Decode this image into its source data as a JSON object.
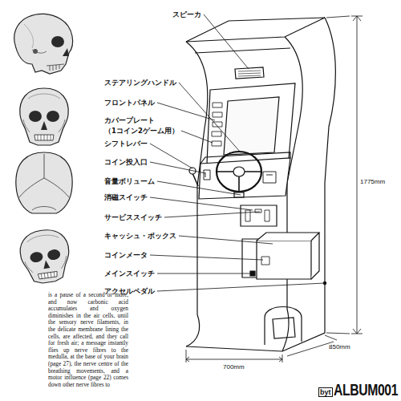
{
  "diagram": {
    "labels": [
      "スピーカ",
      "ステアリングハンドル",
      "フロントパネル",
      "カバープレート",
      "（1コイン2ゲーム用）",
      "シフトレバー",
      "コイン投入口",
      "音量ボリューム",
      "消磁スイッチ",
      "サービススイッチ",
      "キャッシュ・ボックス",
      "コインメータ",
      "メインスイッチ",
      "アクセルペダル",
      "1775mm",
      "700mm",
      "850mm",
      "is a pause of a second or more, and now carbonic acid accumulates and oxygen diminishes in the air cells, until the sensory nerve filaments, in the delicate membrane lining the cells, are affected, and they call for fresh air; a message instantly flies up nerve fibres to the medulla, at the base of your brain (page 27), the nerve centre of the breathing movements, and a motor influence (page 22) comes down other nerve fibres to",
      "byt",
      "ALBUM001"
    ]
  }
}
